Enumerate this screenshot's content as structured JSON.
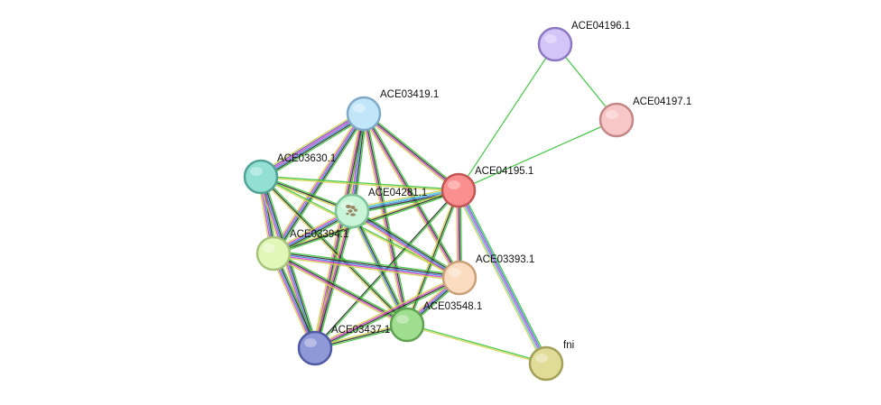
{
  "nodes": [
    {
      "id": "ACE04196.1",
      "label": "ACE04196.1",
      "fill": "#d4c4f7",
      "stroke": "#8d78c4"
    },
    {
      "id": "ACE04197.1",
      "label": "ACE04197.1",
      "fill": "#f7c6c6",
      "stroke": "#c48787"
    },
    {
      "id": "ACE03419.1",
      "label": "ACE03419.1",
      "fill": "#c2e6f9",
      "stroke": "#7fa9c8"
    },
    {
      "id": "ACE03630.1",
      "label": "ACE03630.1",
      "fill": "#92e0d4",
      "stroke": "#52a396"
    },
    {
      "id": "ACE04195.1",
      "label": "ACE04195.1",
      "fill": "#fa8f8f",
      "stroke": "#c45454"
    },
    {
      "id": "ACE04281.1",
      "label": "ACE04281.1",
      "fill": "#c8f5d8",
      "stroke": "#7fc498",
      "center": true
    },
    {
      "id": "ACE03394.1",
      "label": "ACE03394.1",
      "fill": "#e0f7b8",
      "stroke": "#a6c47a"
    },
    {
      "id": "ACE03393.1",
      "label": "ACE03393.1",
      "fill": "#fbdcc1",
      "stroke": "#c8a07a"
    },
    {
      "id": "ACE03548.1",
      "label": "ACE03548.1",
      "fill": "#9fde8f",
      "stroke": "#5fa352"
    },
    {
      "id": "ACE03437.1",
      "label": "ACE03437.1",
      "fill": "#8f99d8",
      "stroke": "#4f5aa3"
    },
    {
      "id": "fni",
      "label": "fni",
      "fill": "#e0dc98",
      "stroke": "#a3a05a"
    }
  ],
  "edge_colors": {
    "green": "#3ec43e",
    "black": "#2b2b2b",
    "blue": "#3b7fd9",
    "magenta": "#d23fc8",
    "yellow": "#cfd24a",
    "cyan": "#4fc8d8",
    "purple": "#6b4fb8"
  },
  "edges": [
    {
      "from": "ACE04196.1",
      "to": "ACE04197.1",
      "types": [
        "green"
      ]
    },
    {
      "from": "ACE04196.1",
      "to": "ACE04195.1",
      "types": [
        "green"
      ]
    },
    {
      "from": "ACE04197.1",
      "to": "ACE04195.1",
      "types": [
        "green"
      ]
    },
    {
      "from": "ACE03419.1",
      "to": "ACE03630.1",
      "types": [
        "green",
        "black",
        "blue",
        "magenta",
        "purple",
        "yellow"
      ]
    },
    {
      "from": "ACE03419.1",
      "to": "ACE04195.1",
      "types": [
        "green",
        "black",
        "magenta",
        "yellow"
      ]
    },
    {
      "from": "ACE03419.1",
      "to": "ACE04281.1",
      "types": [
        "green",
        "black",
        "blue",
        "magenta",
        "yellow"
      ]
    },
    {
      "from": "ACE03419.1",
      "to": "ACE03394.1",
      "types": [
        "green",
        "black",
        "blue",
        "magenta",
        "yellow"
      ]
    },
    {
      "from": "ACE03419.1",
      "to": "ACE03393.1",
      "types": [
        "green",
        "black",
        "magenta",
        "yellow"
      ]
    },
    {
      "from": "ACE03419.1",
      "to": "ACE03548.1",
      "types": [
        "green",
        "black",
        "magenta",
        "yellow"
      ]
    },
    {
      "from": "ACE03419.1",
      "to": "ACE03437.1",
      "types": [
        "green",
        "black",
        "magenta",
        "yellow"
      ]
    },
    {
      "from": "ACE03630.1",
      "to": "ACE04195.1",
      "types": [
        "green",
        "yellow"
      ]
    },
    {
      "from": "ACE03630.1",
      "to": "ACE04281.1",
      "types": [
        "green",
        "black",
        "yellow"
      ]
    },
    {
      "from": "ACE03630.1",
      "to": "ACE03394.1",
      "types": [
        "green",
        "black",
        "blue",
        "magenta",
        "yellow"
      ]
    },
    {
      "from": "ACE03630.1",
      "to": "ACE03393.1",
      "types": [
        "green",
        "yellow"
      ]
    },
    {
      "from": "ACE03630.1",
      "to": "ACE03548.1",
      "types": [
        "green",
        "black",
        "yellow"
      ]
    },
    {
      "from": "ACE03630.1",
      "to": "ACE03437.1",
      "types": [
        "green",
        "black",
        "blue",
        "magenta",
        "yellow"
      ]
    },
    {
      "from": "ACE04195.1",
      "to": "ACE04281.1",
      "types": [
        "green",
        "black",
        "blue",
        "cyan",
        "yellow"
      ]
    },
    {
      "from": "ACE04195.1",
      "to": "ACE03394.1",
      "types": [
        "green",
        "black",
        "yellow"
      ]
    },
    {
      "from": "ACE04195.1",
      "to": "ACE03393.1",
      "types": [
        "green",
        "black",
        "magenta",
        "yellow"
      ]
    },
    {
      "from": "ACE04195.1",
      "to": "ACE03548.1",
      "types": [
        "green",
        "black",
        "yellow"
      ]
    },
    {
      "from": "ACE04195.1",
      "to": "ACE03437.1",
      "types": [
        "green",
        "black"
      ]
    },
    {
      "from": "ACE04195.1",
      "to": "fni",
      "types": [
        "green",
        "blue",
        "magenta",
        "cyan",
        "yellow"
      ]
    },
    {
      "from": "ACE04281.1",
      "to": "ACE03394.1",
      "types": [
        "green",
        "black",
        "blue",
        "magenta",
        "yellow"
      ]
    },
    {
      "from": "ACE04281.1",
      "to": "ACE03393.1",
      "types": [
        "green",
        "black",
        "blue",
        "magenta",
        "yellow"
      ]
    },
    {
      "from": "ACE04281.1",
      "to": "ACE03548.1",
      "types": [
        "green",
        "black",
        "blue",
        "yellow"
      ]
    },
    {
      "from": "ACE04281.1",
      "to": "ACE03437.1",
      "types": [
        "green",
        "black",
        "magenta",
        "yellow"
      ]
    },
    {
      "from": "ACE03394.1",
      "to": "ACE03393.1",
      "types": [
        "green",
        "black",
        "blue",
        "magenta",
        "yellow"
      ]
    },
    {
      "from": "ACE03394.1",
      "to": "ACE03548.1",
      "types": [
        "green",
        "black",
        "magenta",
        "yellow"
      ]
    },
    {
      "from": "ACE03394.1",
      "to": "ACE03437.1",
      "types": [
        "green",
        "black",
        "blue",
        "magenta",
        "yellow"
      ]
    },
    {
      "from": "ACE03393.1",
      "to": "ACE03548.1",
      "types": [
        "green",
        "black",
        "blue",
        "magenta",
        "yellow"
      ]
    },
    {
      "from": "ACE03393.1",
      "to": "ACE03437.1",
      "types": [
        "green",
        "black",
        "magenta",
        "yellow"
      ]
    },
    {
      "from": "ACE03548.1",
      "to": "ACE03437.1",
      "types": [
        "green",
        "black",
        "yellow"
      ]
    },
    {
      "from": "ACE03548.1",
      "to": "fni",
      "types": [
        "green",
        "yellow"
      ]
    }
  ]
}
